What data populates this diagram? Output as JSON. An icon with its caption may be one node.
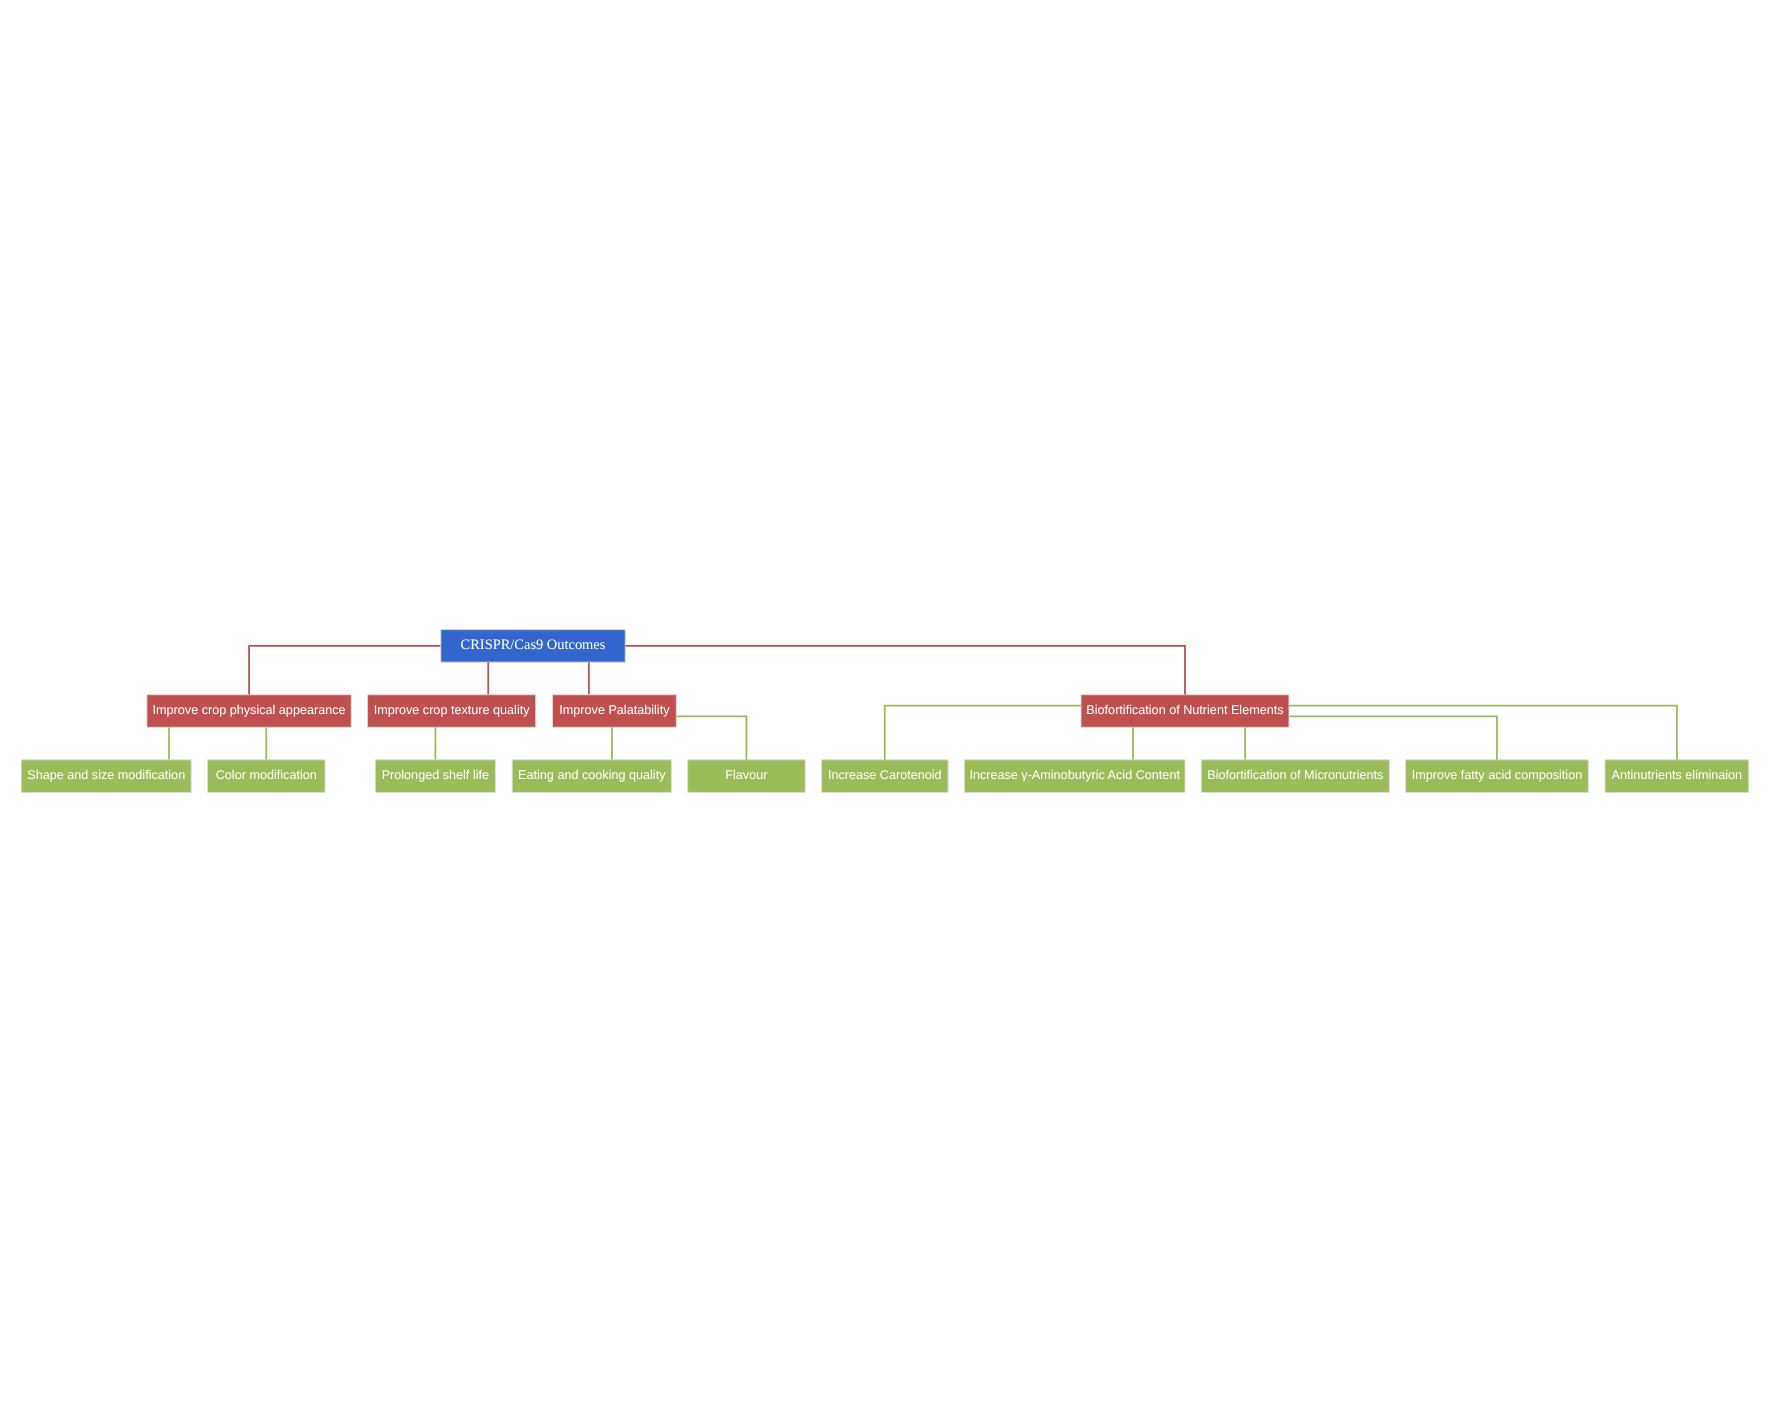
{
  "diagram": {
    "nodes": [
      {
        "text": [
          "CRISPR/Cas9 Outcomes"
        ]
      },
      {
        "text": [
          "Improve crop physical appearance"
        ]
      },
      {
        "text": [
          "Improve crop texture quality"
        ]
      },
      {
        "text": [
          "Improve Palatability"
        ]
      },
      {
        "text": [
          "Biofortification of Nutrient Elements"
        ]
      },
      {
        "text": [
          "Shape and size modification"
        ]
      },
      {
        "text": [
          "Color modification"
        ]
      },
      {
        "text": [
          "Prolonged shelf life"
        ]
      },
      {
        "text": [
          "Eating and cooking quality"
        ]
      },
      {
        "text": [
          "Flavour"
        ]
      },
      {
        "text": [
          "Increase Carotenoid"
        ]
      },
      {
        "text": [
          "Increase γ-Aminobutyric Acid Content"
        ]
      },
      {
        "text": [
          "Biofortification of Micronutrients"
        ]
      },
      {
        "text": [
          "Improve fatty acid composition"
        ]
      },
      {
        "text": [
          "Antinutrients eliminaion"
        ]
      }
    ],
    "edges": [
      {
        "from": 0,
        "to": 1,
        "arrow": "none",
        "color": "#c0504d"
      },
      {
        "from": 0,
        "to": 2,
        "arrow": "none",
        "color": "#c0504d"
      },
      {
        "from": 0,
        "to": 3,
        "arrow": "none",
        "color": "#c0504d"
      },
      {
        "from": 0,
        "to": 4,
        "arrow": "none",
        "color": "#c0504d"
      },
      {
        "from": 1,
        "to": 5,
        "arrow": "none"
      },
      {
        "from": 1,
        "to": 6,
        "arrow": "none"
      },
      {
        "from": 2,
        "to": 7,
        "arrow": "none"
      },
      {
        "from": 3,
        "to": 8,
        "arrow": "none"
      },
      {
        "from": 3,
        "to": 9,
        "arrow": "none"
      },
      {
        "from": 4,
        "to": 10,
        "arrow": "none"
      },
      {
        "from": 4,
        "to": 11,
        "arrow": "none"
      },
      {
        "from": 4,
        "to": 12,
        "arrow": "none"
      },
      {
        "from": 4,
        "to": 13,
        "arrow": "none"
      },
      {
        "from": 4,
        "to": 14,
        "arrow": "none"
      }
    ]
  }
}
